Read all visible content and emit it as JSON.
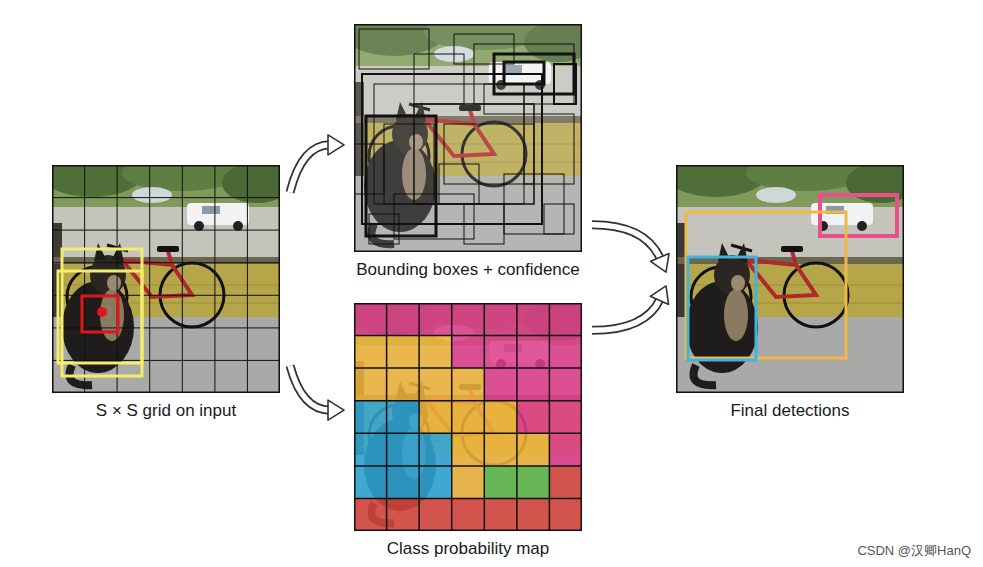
{
  "diagram": {
    "nodes": [
      {
        "text": [
          "S × S grid on input"
        ]
      },
      {
        "text": [
          "Bounding boxes + confidence"
        ]
      },
      {
        "text": [
          "Class probability map"
        ]
      },
      {
        "text": [
          "Final detections"
        ]
      }
    ],
    "edges": [
      {
        "from": 0,
        "to": 1,
        "arrow": "to"
      },
      {
        "from": 0,
        "to": 2,
        "arrow": "to"
      },
      {
        "from": 1,
        "to": 3,
        "arrow": "to"
      },
      {
        "from": 2,
        "to": 3,
        "arrow": "to"
      }
    ],
    "labels": [
      "CSDN @汉卿HanQ"
    ]
  }
}
